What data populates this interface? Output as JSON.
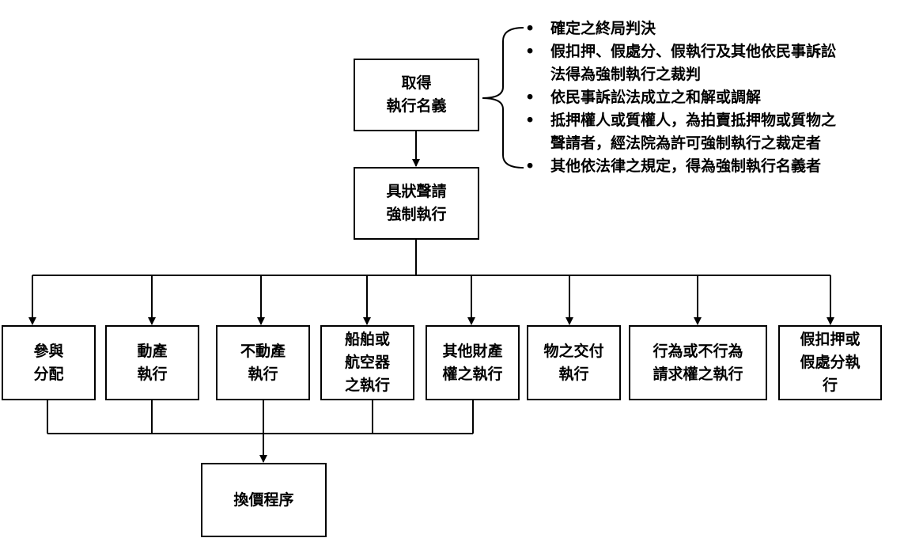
{
  "diagram": {
    "nodes": {
      "obtain_title": "取得\n執行名義",
      "apply": "具狀聲請\n強制執行",
      "participate": "參與\n分配",
      "movable": "動產\n執行",
      "immovable": "不動產\n執行",
      "ship_aircraft": "船舶或\n航空器\n之執行",
      "other_property": "其他財產\n權之執行",
      "delivery": "物之交付\n執行",
      "act_claim": "行為或不行為\n請求權之執行",
      "provisional": "假扣押或\n假處分執\n行",
      "realization": "換價程序"
    },
    "notes": {
      "bullet": "•",
      "items": [
        "確定之終局判決",
        "假扣押、假處分、假執行及其他依民事訴訟\n法得為強制執行之裁判",
        "依民事訴訟法成立之和解或調解",
        "抵押權人或質權人，為拍賣抵押物或質物之\n聲請者，經法院為許可強制執行之裁定者",
        "其他依法律之規定，得為強制執行名義者"
      ]
    },
    "colors": {
      "line": "#000000",
      "box_border": "#000000",
      "background": "#ffffff"
    }
  }
}
